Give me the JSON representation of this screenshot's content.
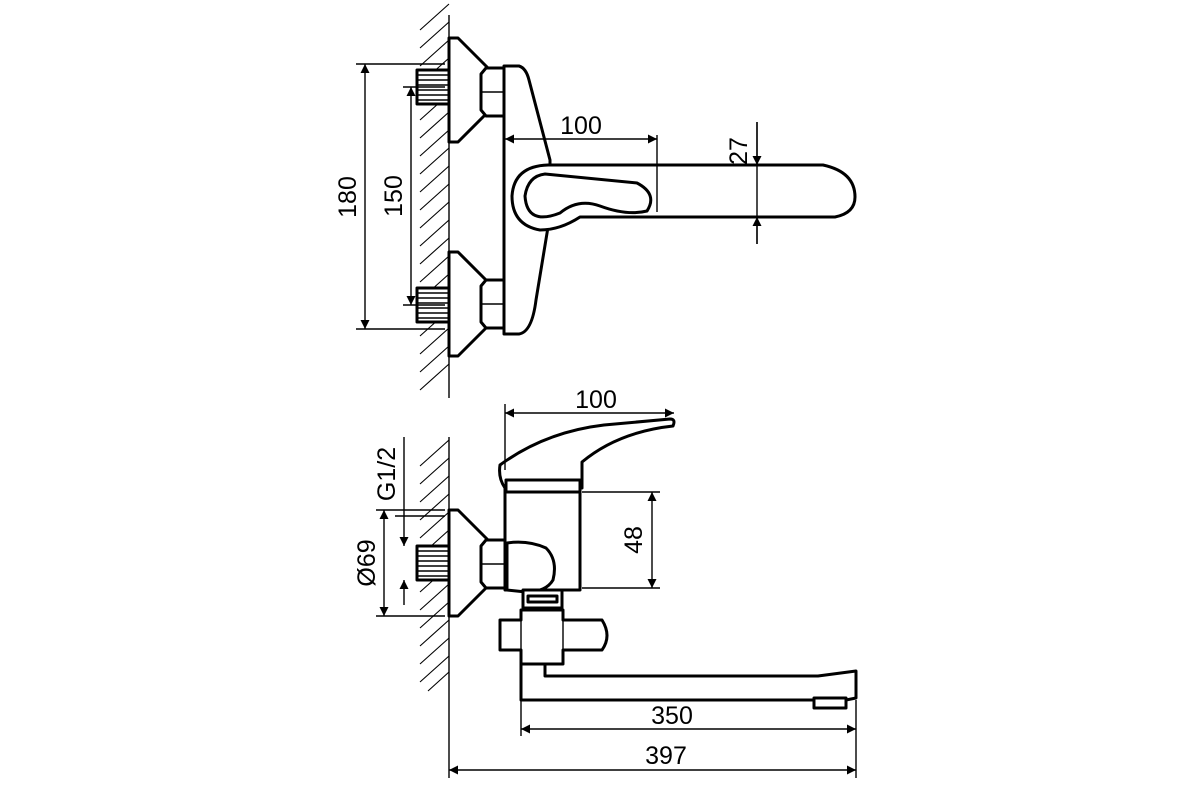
{
  "top_view": {
    "dim_overall_height": "180",
    "dim_inlet_spacing": "150",
    "dim_lever_reach": "100",
    "dim_lever_width": "27"
  },
  "side_view": {
    "dim_lever_reach": "100",
    "dim_thread": "G1/2",
    "dim_escutcheon_diameter": "Ø69",
    "dim_body_height": "48",
    "dim_spout_length": "350",
    "dim_total_projection": "397"
  }
}
